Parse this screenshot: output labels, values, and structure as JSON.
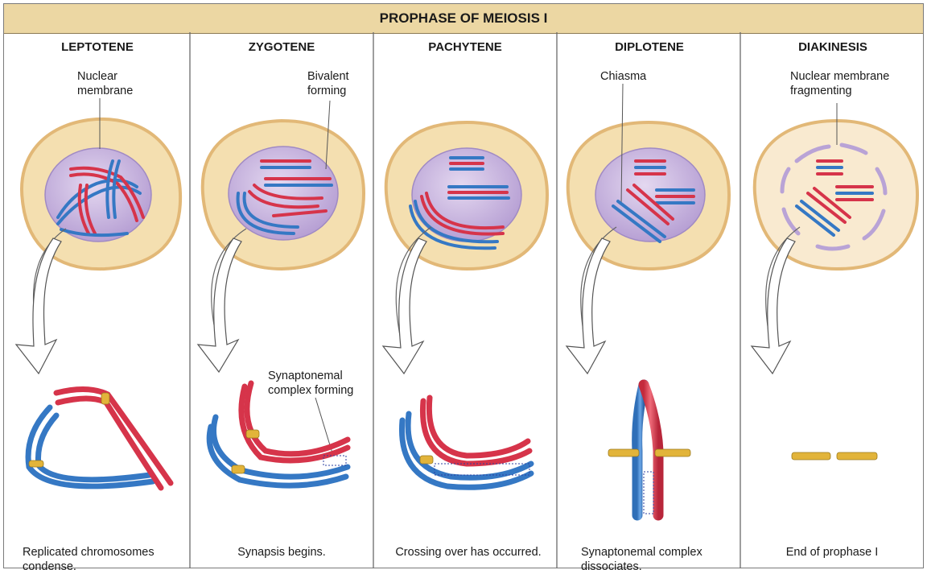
{
  "title": "PROPHASE OF MEIOSIS I",
  "colors": {
    "title_bg": "#ecd7a3",
    "cell_fill": "#f4dfb0",
    "cell_border": "#e2b877",
    "nucleus": "#c6b3de",
    "maternal": "#d6344a",
    "paternal": "#3578c4",
    "cohesin": "#e2b43a"
  },
  "stages": [
    {
      "name": "LEPTOTENE",
      "label_lines": [
        "Nuclear",
        "membrane"
      ],
      "caption_lines": [
        "Replicated chromosomes",
        "condense."
      ]
    },
    {
      "name": "ZYGOTENE",
      "label_lines": [
        "Bivalent",
        "forming"
      ],
      "extra_label_lines": [
        "Synaptonemal",
        "complex forming"
      ],
      "caption_lines": [
        "Synapsis begins."
      ]
    },
    {
      "name": "PACHYTENE",
      "caption_lines": [
        "Crossing over has occurred."
      ]
    },
    {
      "name": "DIPLOTENE",
      "label_lines": [
        "Chiasma"
      ],
      "caption_lines": [
        "Synaptonemal complex",
        "dissociates."
      ]
    },
    {
      "name": "DIAKINESIS",
      "label_lines": [
        "Nuclear membrane",
        "fragmenting"
      ],
      "caption_lines": [
        "End of prophase I"
      ]
    }
  ]
}
